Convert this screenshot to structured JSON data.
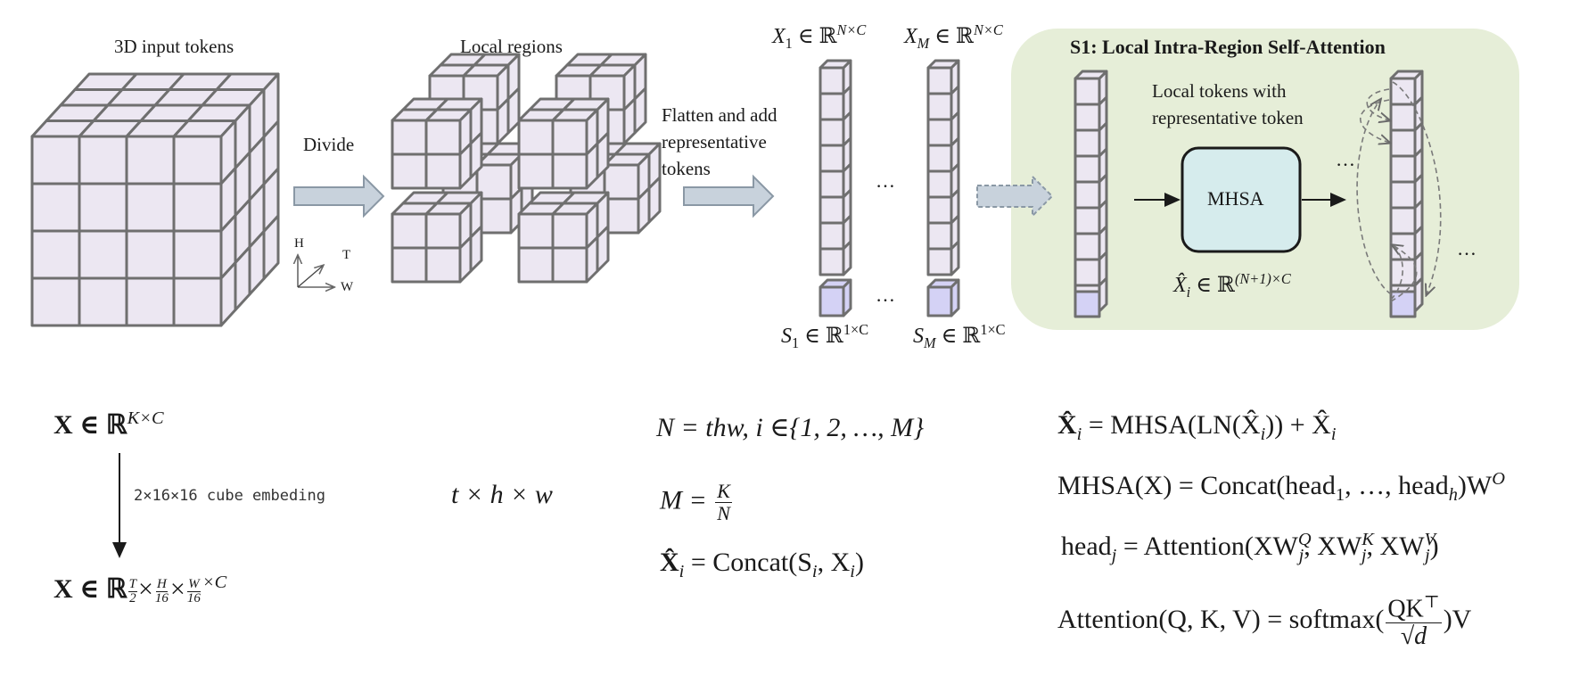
{
  "figure": {
    "labels": {
      "input_tokens": "3D input tokens",
      "local_regions": "Local regions",
      "divide": "Divide",
      "flatten_line1": "Flatten and add",
      "flatten_line2": "representative",
      "flatten_line3": "tokens",
      "axis_h": "H",
      "axis_t": "T",
      "axis_w": "W",
      "ellipsis": "…"
    },
    "sets": {
      "x1": "X",
      "x1_sub": "1",
      "xm": "X",
      "xm_sub": "M",
      "s1": "S",
      "s1_sub": "1",
      "sm": "S",
      "sm_sub": "M",
      "in_r": "∈ ℝ",
      "nxc": "N×C",
      "onexc": "1×C"
    },
    "panel": {
      "title": "S1: Local Intra-Region Self-Attention",
      "local_line1": "Local tokens with",
      "local_line2": "representative token",
      "mhsa": "MHSA",
      "xhat": "X̂",
      "xhat_sub": "i",
      "xhat_sup": "(N+1)×C"
    },
    "colors": {
      "cube_face": "#ece7f2",
      "cube_stroke": "#6f6f6f",
      "rep_token": "#d4d2f5",
      "panel_bg": "#e6eed8",
      "mhsa_fill": "#d6eced",
      "arrow_fill": "#c8d2dc",
      "arrow_stroke": "#8a98a5"
    }
  },
  "equations": {
    "x_in": "X ∈ ℝ",
    "x_in_sup": "K×C",
    "embed": "2×16×16 cube embeding",
    "x_out": "X ∈ ℝ",
    "x_out_t": "T",
    "x_out_2": "2",
    "x_out_h": "H",
    "x_out_16a": "16",
    "x_out_w": "W",
    "x_out_16b": "16",
    "x_out_c": "×C",
    "twh": "t × h × w",
    "n_def": "N = thw, i ∈{1, 2, …, M}",
    "m_lhs": "M = ",
    "m_num": "K",
    "m_den": "N",
    "xi_lhs": "X̂",
    "xi_rhs": " = Concat(S",
    "xi_end": ", X",
    "eq1": " = MHSA(LN(X̂",
    "eq1_end": ")) + X̂",
    "eq2": "MHSA(X) = Concat(head",
    "eq2_mid": ", …, head",
    "eq2_end": ")W",
    "eq2_sup": "O",
    "eq3_lhs": "head",
    "eq3_mid": " = Attention(XW",
    "eq3_q": "Q",
    "eq3_k": "K",
    "eq3_v": "V",
    "eq3_j": "j",
    "eq4_lhs": "Attention(Q, K, V) = softmax(",
    "eq4_num": "QK",
    "eq4_top": "⊤",
    "eq4_den": "√d",
    "eq4_end": ")V"
  }
}
